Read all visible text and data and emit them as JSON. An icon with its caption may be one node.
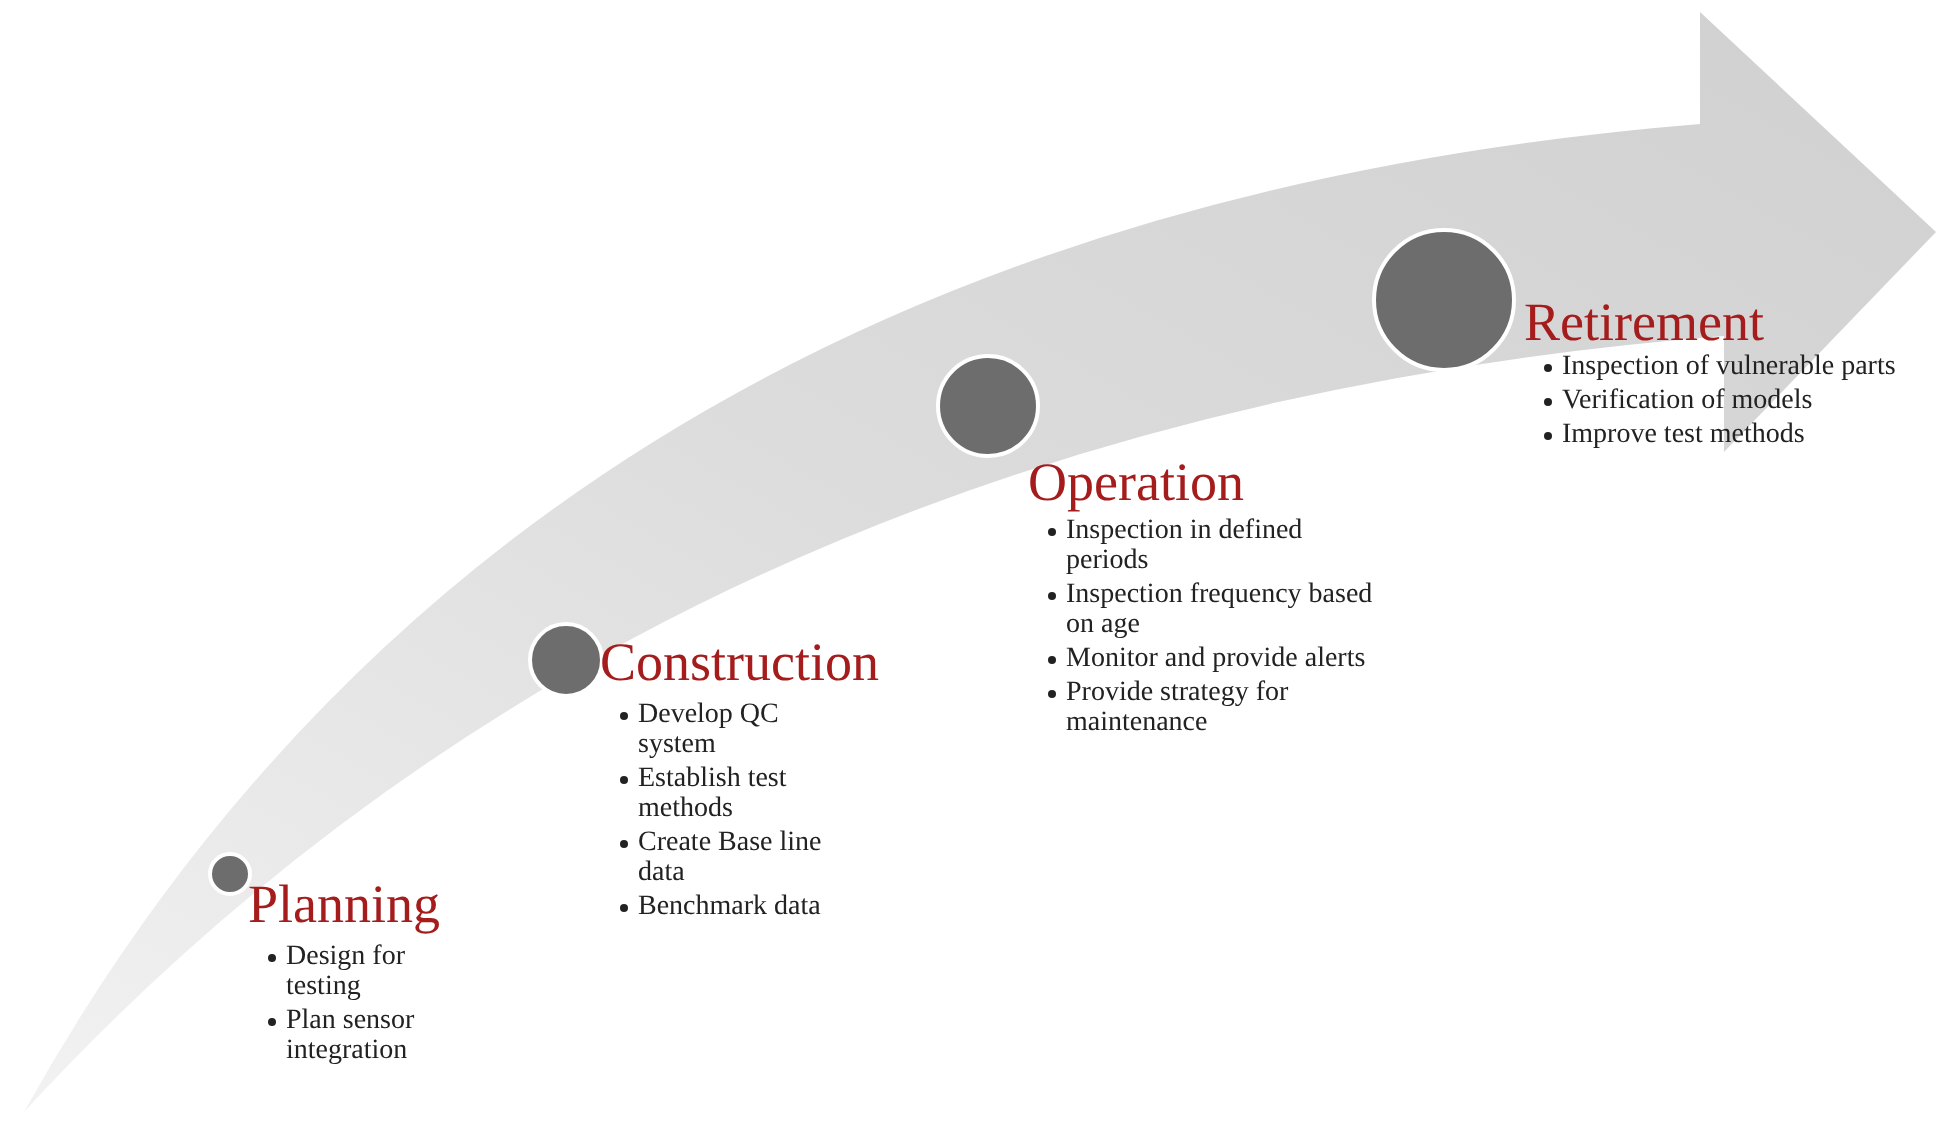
{
  "diagram": {
    "nodes": [
      {
        "text": [
          "Planning",
          "Design for testing",
          "Plan sensor integration"
        ]
      },
      {
        "text": [
          "Construction",
          "Develop QC system",
          "Establish test methods",
          "Create Base line data",
          "Benchmark data"
        ]
      },
      {
        "text": [
          "Operation",
          "Inspection in defined periods",
          "Inspection frequency based on age",
          "Monitor and provide alerts",
          "Provide strategy for maintenance"
        ]
      },
      {
        "text": [
          "Retirement",
          "Inspection of vulnerable parts",
          "Verification of models",
          "Improve test methods"
        ]
      }
    ]
  }
}
